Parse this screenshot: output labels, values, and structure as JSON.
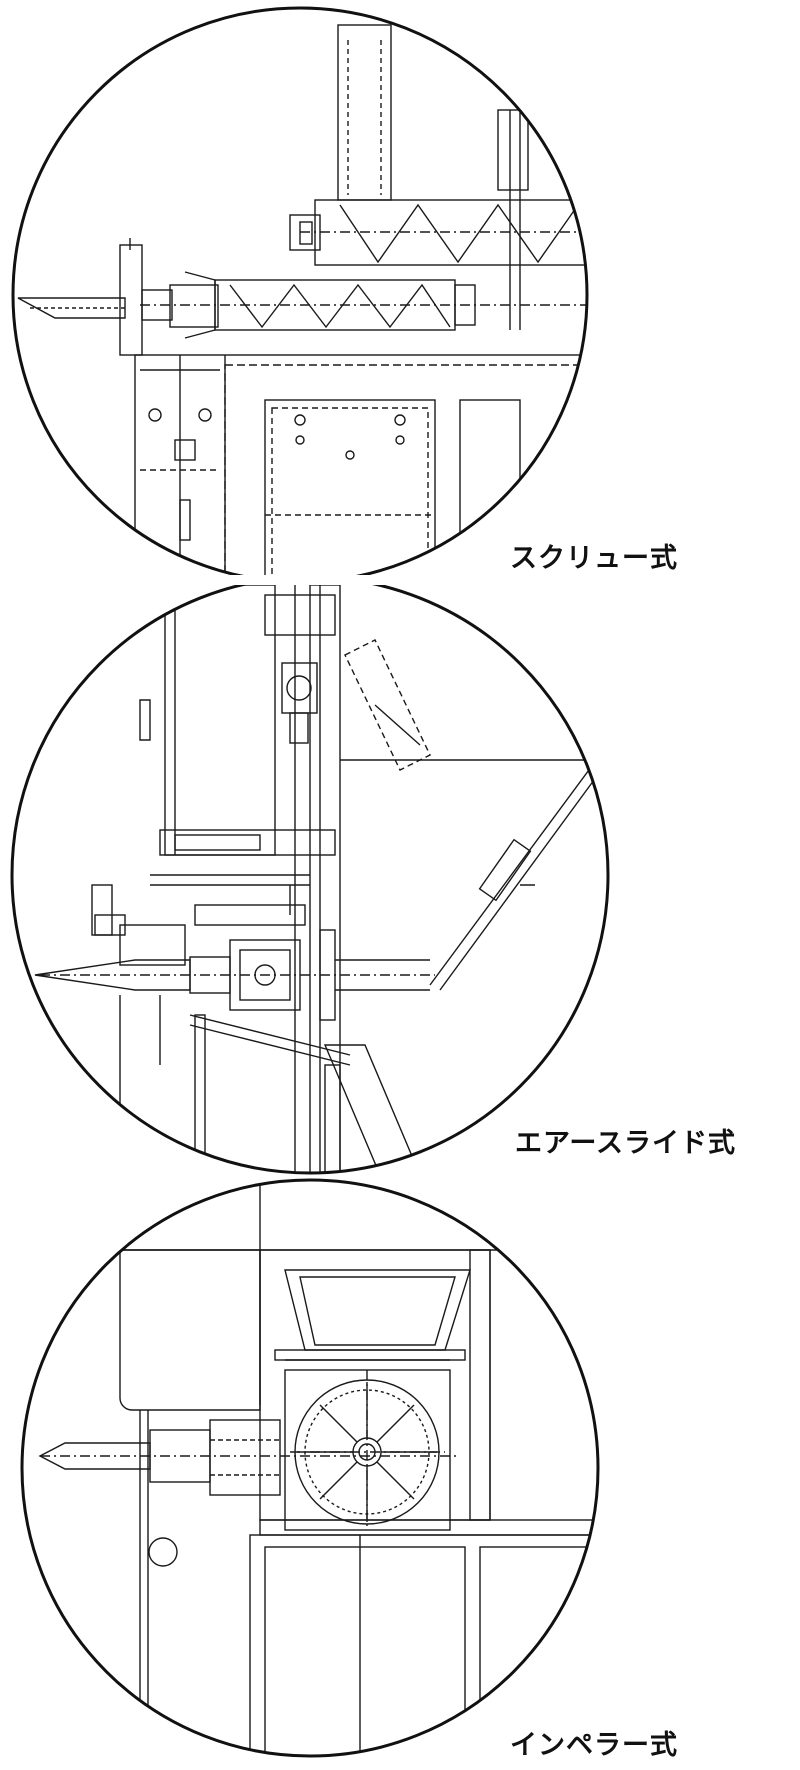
{
  "diagrams": [
    {
      "caption": "スクリュー式"
    },
    {
      "caption": "エアースライド式"
    },
    {
      "caption": "インペラー式"
    }
  ],
  "colors": {
    "line": "#1a1a1a",
    "background": "#ffffff"
  }
}
